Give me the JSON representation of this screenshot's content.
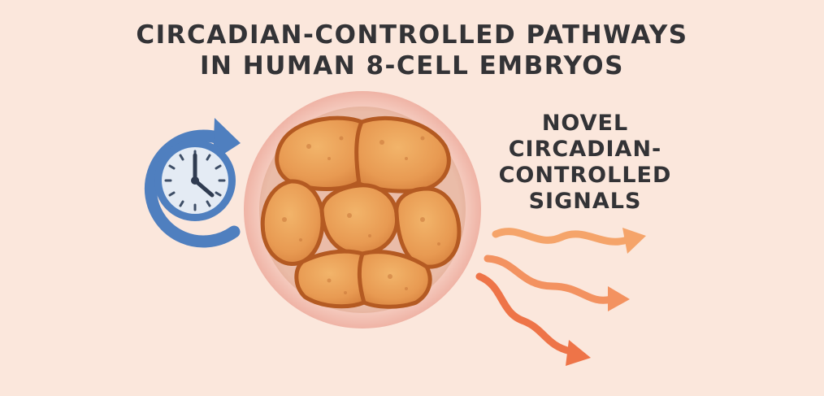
{
  "title": {
    "line1": "CIRCADIAN-CONTROLLED PATHWAYS",
    "line2": "IN HUMAN 8-CELL EMBRYOS"
  },
  "signals_label": {
    "line1": "NOVEL",
    "line2": "CIRCADIAN-",
    "line3": "CONTROLLED",
    "line4": "SIGNALS"
  },
  "icons": [
    "circular-arrow-icon",
    "clock-icon",
    "embryo-icon",
    "wavy-arrow-icon"
  ],
  "colors": {
    "background": "#fbe7dc",
    "clock_blue": "#4f7fbf",
    "clock_face": "#e4ebf4",
    "zona": "#f3c3b8",
    "cell_fill": "#e9a055",
    "cell_border": "#b45a22",
    "signal_orange": "#f07a4a"
  }
}
